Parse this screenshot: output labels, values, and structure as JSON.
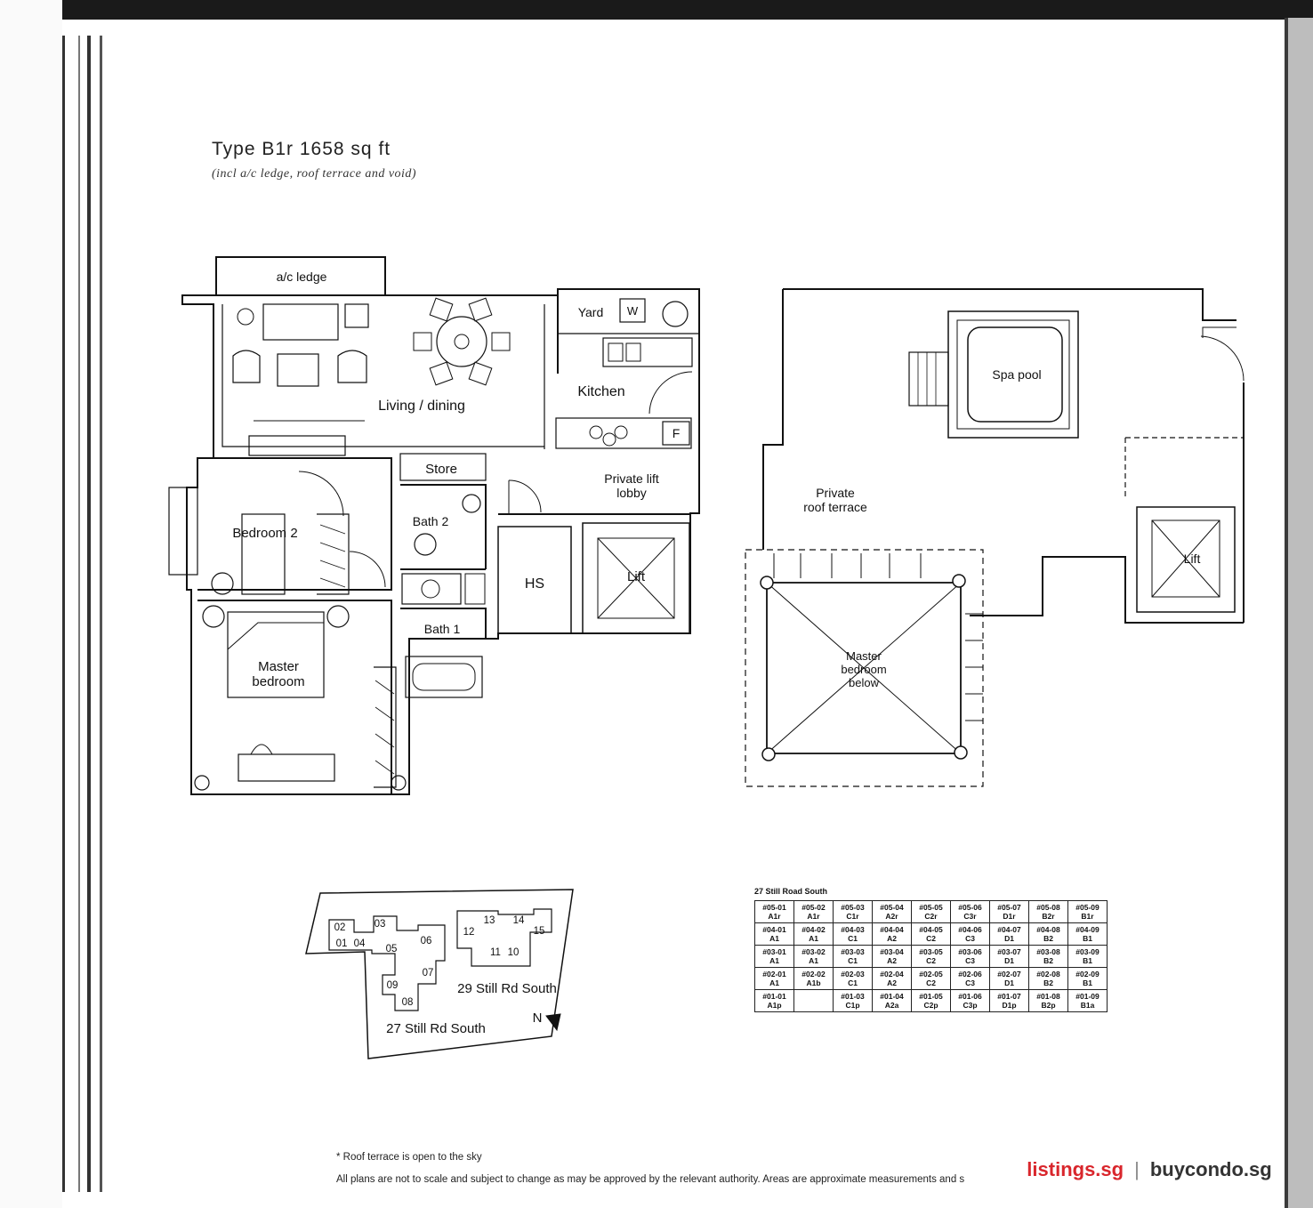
{
  "header": {
    "title": "Type B1r 1658 sq ft",
    "subtitle": "(incl a/c ledge, roof terrace and void)"
  },
  "lower_plan": {
    "ac_ledge": "a/c ledge",
    "yard": "Yard",
    "washer": "W",
    "living": "Living / dining",
    "kitchen": "Kitchen",
    "fridge": "F",
    "store": "Store",
    "private_lobby_1": "Private lift",
    "private_lobby_2": "lobby",
    "bath2": "Bath 2",
    "bedroom2": "Bedroom 2",
    "hs": "HS",
    "lift": "Lift",
    "bath1": "Bath 1",
    "master_1": "Master",
    "master_2": "bedroom"
  },
  "upper_plan": {
    "spa": "Spa pool",
    "terrace_1": "Private",
    "terrace_2": "roof terrace",
    "lift": "Lift",
    "void_1": "Master",
    "void_2": "bedroom",
    "void_3": "below"
  },
  "site_plan": {
    "blocks": [
      "02",
      "03",
      "01",
      "04",
      "06",
      "05",
      "07",
      "09",
      "08",
      "13",
      "14",
      "12",
      "15",
      "11",
      "10"
    ],
    "label_29": "29 Still Rd South",
    "label_27": "27 Still Rd South",
    "north": "N"
  },
  "unit_table": {
    "title": "27 Still Road South",
    "rows": [
      [
        [
          "#05-01",
          "A1r"
        ],
        [
          "#05-02",
          "A1r"
        ],
        [
          "#05-03",
          "C1r"
        ],
        [
          "#05-04",
          "A2r"
        ],
        [
          "#05-05",
          "C2r"
        ],
        [
          "#05-06",
          "C3r"
        ],
        [
          "#05-07",
          "D1r"
        ],
        [
          "#05-08",
          "B2r"
        ],
        [
          "#05-09",
          "B1r"
        ]
      ],
      [
        [
          "#04-01",
          "A1"
        ],
        [
          "#04-02",
          "A1"
        ],
        [
          "#04-03",
          "C1"
        ],
        [
          "#04-04",
          "A2"
        ],
        [
          "#04-05",
          "C2"
        ],
        [
          "#04-06",
          "C3"
        ],
        [
          "#04-07",
          "D1"
        ],
        [
          "#04-08",
          "B2"
        ],
        [
          "#04-09",
          "B1"
        ]
      ],
      [
        [
          "#03-01",
          "A1"
        ],
        [
          "#03-02",
          "A1"
        ],
        [
          "#03-03",
          "C1"
        ],
        [
          "#03-04",
          "A2"
        ],
        [
          "#03-05",
          "C2"
        ],
        [
          "#03-06",
          "C3"
        ],
        [
          "#03-07",
          "D1"
        ],
        [
          "#03-08",
          "B2"
        ],
        [
          "#03-09",
          "B1"
        ]
      ],
      [
        [
          "#02-01",
          "A1"
        ],
        [
          "#02-02",
          "A1b"
        ],
        [
          "#02-03",
          "C1"
        ],
        [
          "#02-04",
          "A2"
        ],
        [
          "#02-05",
          "C2"
        ],
        [
          "#02-06",
          "C3"
        ],
        [
          "#02-07",
          "D1"
        ],
        [
          "#02-08",
          "B2"
        ],
        [
          "#02-09",
          "B1"
        ]
      ],
      [
        [
          "#01-01",
          "A1p"
        ],
        [
          "",
          ""
        ],
        [
          "#01-03",
          "C1p"
        ],
        [
          "#01-04",
          "A2a"
        ],
        [
          "#01-05",
          "C2p"
        ],
        [
          "#01-06",
          "C3p"
        ],
        [
          "#01-07",
          "D1p"
        ],
        [
          "#01-08",
          "B2p"
        ],
        [
          "#01-09",
          "B1a"
        ]
      ]
    ]
  },
  "notes": {
    "roof": "* Roof terrace is open to the sky",
    "disclaimer": "All plans are not to scale and subject to change as may be approved by the relevant authority. Areas are approximate measurements and s"
  },
  "watermark": {
    "left": "listings.sg",
    "sep": "|",
    "right": "buycondo.sg"
  },
  "colors": {
    "ink": "#111111",
    "watermark_red": "#d9262c"
  }
}
